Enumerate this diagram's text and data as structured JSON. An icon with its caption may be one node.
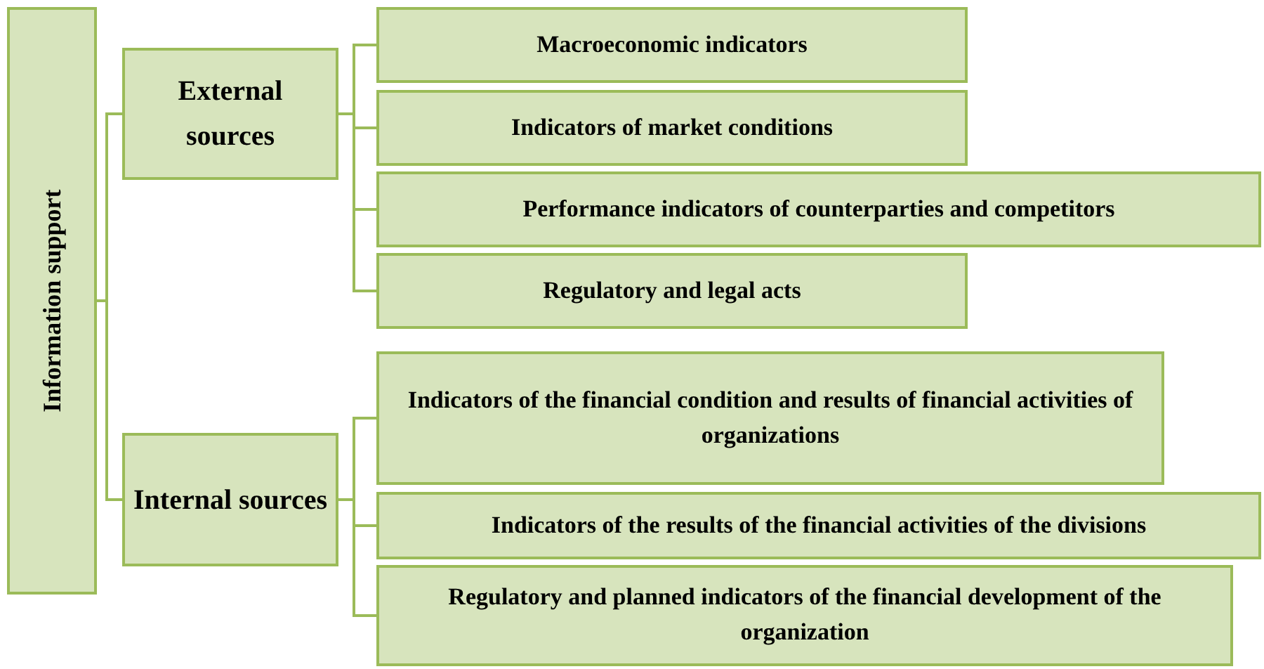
{
  "diagram": {
    "nodes": [
      {
        "text": [
          "Information support"
        ]
      },
      {
        "text": [
          "External sources"
        ]
      },
      {
        "text": [
          "Macroeconomic indicators"
        ]
      },
      {
        "text": [
          "Indicators of market conditions"
        ]
      },
      {
        "text": [
          "Performance indicators of counterparties and competitors"
        ]
      },
      {
        "text": [
          "Regulatory and legal acts"
        ]
      },
      {
        "text": [
          "Internal sources"
        ]
      },
      {
        "text": [
          "Indicators of the financial condition and results of financial activities of organizations"
        ]
      },
      {
        "text": [
          "Indicators of the results of the financial activities of the divisions"
        ]
      },
      {
        "text": [
          "Regulatory and planned indicators of the financial development of the organization"
        ]
      }
    ],
    "edges": [
      {
        "from": 0,
        "to": 1,
        "arrow": "none"
      },
      {
        "from": 0,
        "to": 6,
        "arrow": "none"
      },
      {
        "from": 1,
        "to": 2,
        "arrow": "none"
      },
      {
        "from": 1,
        "to": 3,
        "arrow": "none"
      },
      {
        "from": 1,
        "to": 4,
        "arrow": "none"
      },
      {
        "from": 1,
        "to": 5,
        "arrow": "none"
      },
      {
        "from": 6,
        "to": 7,
        "arrow": "none"
      },
      {
        "from": 6,
        "to": 8,
        "arrow": "none"
      },
      {
        "from": 6,
        "to": 9,
        "arrow": "none"
      }
    ]
  }
}
